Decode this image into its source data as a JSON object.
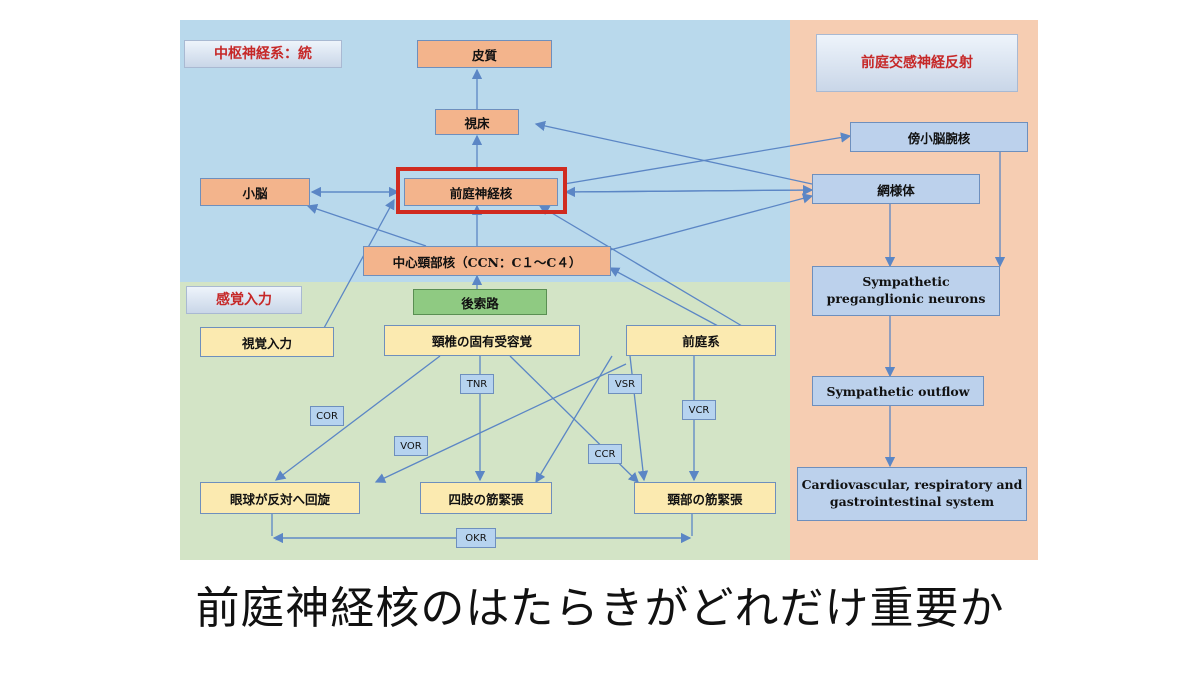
{
  "regions": {
    "central": "中枢神経系：統",
    "sensory": "感覚入力",
    "sympathetic": "前庭交感神経反射"
  },
  "nodes": {
    "cortex": "皮質",
    "thalamus": "視床",
    "cerebellum": "小脳",
    "vestibular_nucleus": "前庭神経核",
    "ccn": "中心頸部核（CCN：C１～C４）",
    "dorsal_column": "後索路",
    "visual_input": "視覚入力",
    "cervical_proprioception": "頸椎の固有受容覚",
    "vestibular_system": "前庭系",
    "eye_rotation": "眼球が反対へ回旋",
    "limb_tone": "四肢の筋緊張",
    "neck_tone": "頸部の筋緊張",
    "parabrachial": "傍小脳腕核",
    "reticular": "網様体",
    "preganglionic": "Sympathetic preganglionic neurons",
    "outflow": "Sympathetic outflow",
    "systems": "Cardiovascular, respiratory and gastrointestinal system"
  },
  "reflexes": {
    "cor": "COR",
    "tnr": "TNR",
    "vsr": "VSR",
    "vcr": "VCR",
    "vor": "VOR",
    "ccr": "CCR",
    "okr": "OKR"
  },
  "colors": {
    "central_bg": "#b9d9ec",
    "sensory_bg": "#d3e4c6",
    "sympathetic_bg": "#f6cdb2",
    "highlight": "#d02b20",
    "arrow": "#5b86c5"
  },
  "caption": "前庭神経核のはたらきがどれだけ重要か"
}
